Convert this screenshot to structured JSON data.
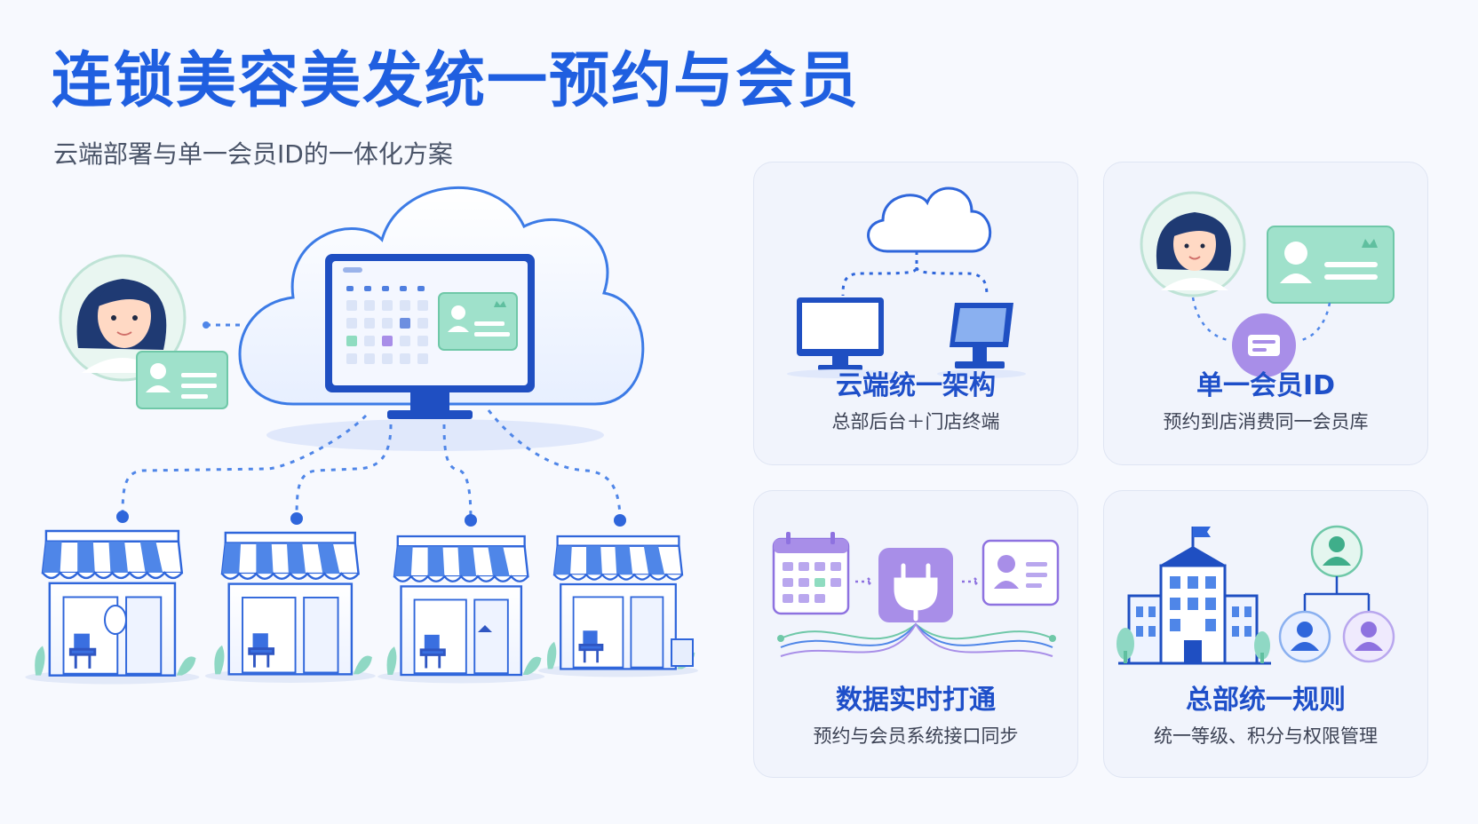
{
  "header": {
    "title": "连锁美容美发统一预约与会员",
    "subtitle": "云端部署与单一会员ID的一体化方案"
  },
  "colors": {
    "primary_blue": "#1f5fe0",
    "card_title": "#1e4fc9",
    "member_green": "#8fdcc0",
    "accent_purple": "#a88ee8",
    "awning_blue": "#4f86e8"
  },
  "cards": [
    {
      "title": "云端统一架构",
      "desc": "总部后台＋门店终端",
      "icon": "cloud-terminals-icon"
    },
    {
      "title": "单一会员ID",
      "desc": "预约到店消费同一会员库",
      "icon": "member-id-icon"
    },
    {
      "title": "数据实时打通",
      "desc": "预约与会员系统接口同步",
      "icon": "plug-sync-icon"
    },
    {
      "title": "总部统一规则",
      "desc": "统一等级、积分与权限管理",
      "icon": "headquarters-icon"
    }
  ],
  "stores": [
    {
      "name": "salon-store-1",
      "icon": "storefront-icon"
    },
    {
      "name": "salon-store-2",
      "icon": "storefront-icon"
    },
    {
      "name": "salon-store-3",
      "icon": "storefront-icon"
    },
    {
      "name": "salon-store-4",
      "icon": "storefront-icon"
    }
  ]
}
